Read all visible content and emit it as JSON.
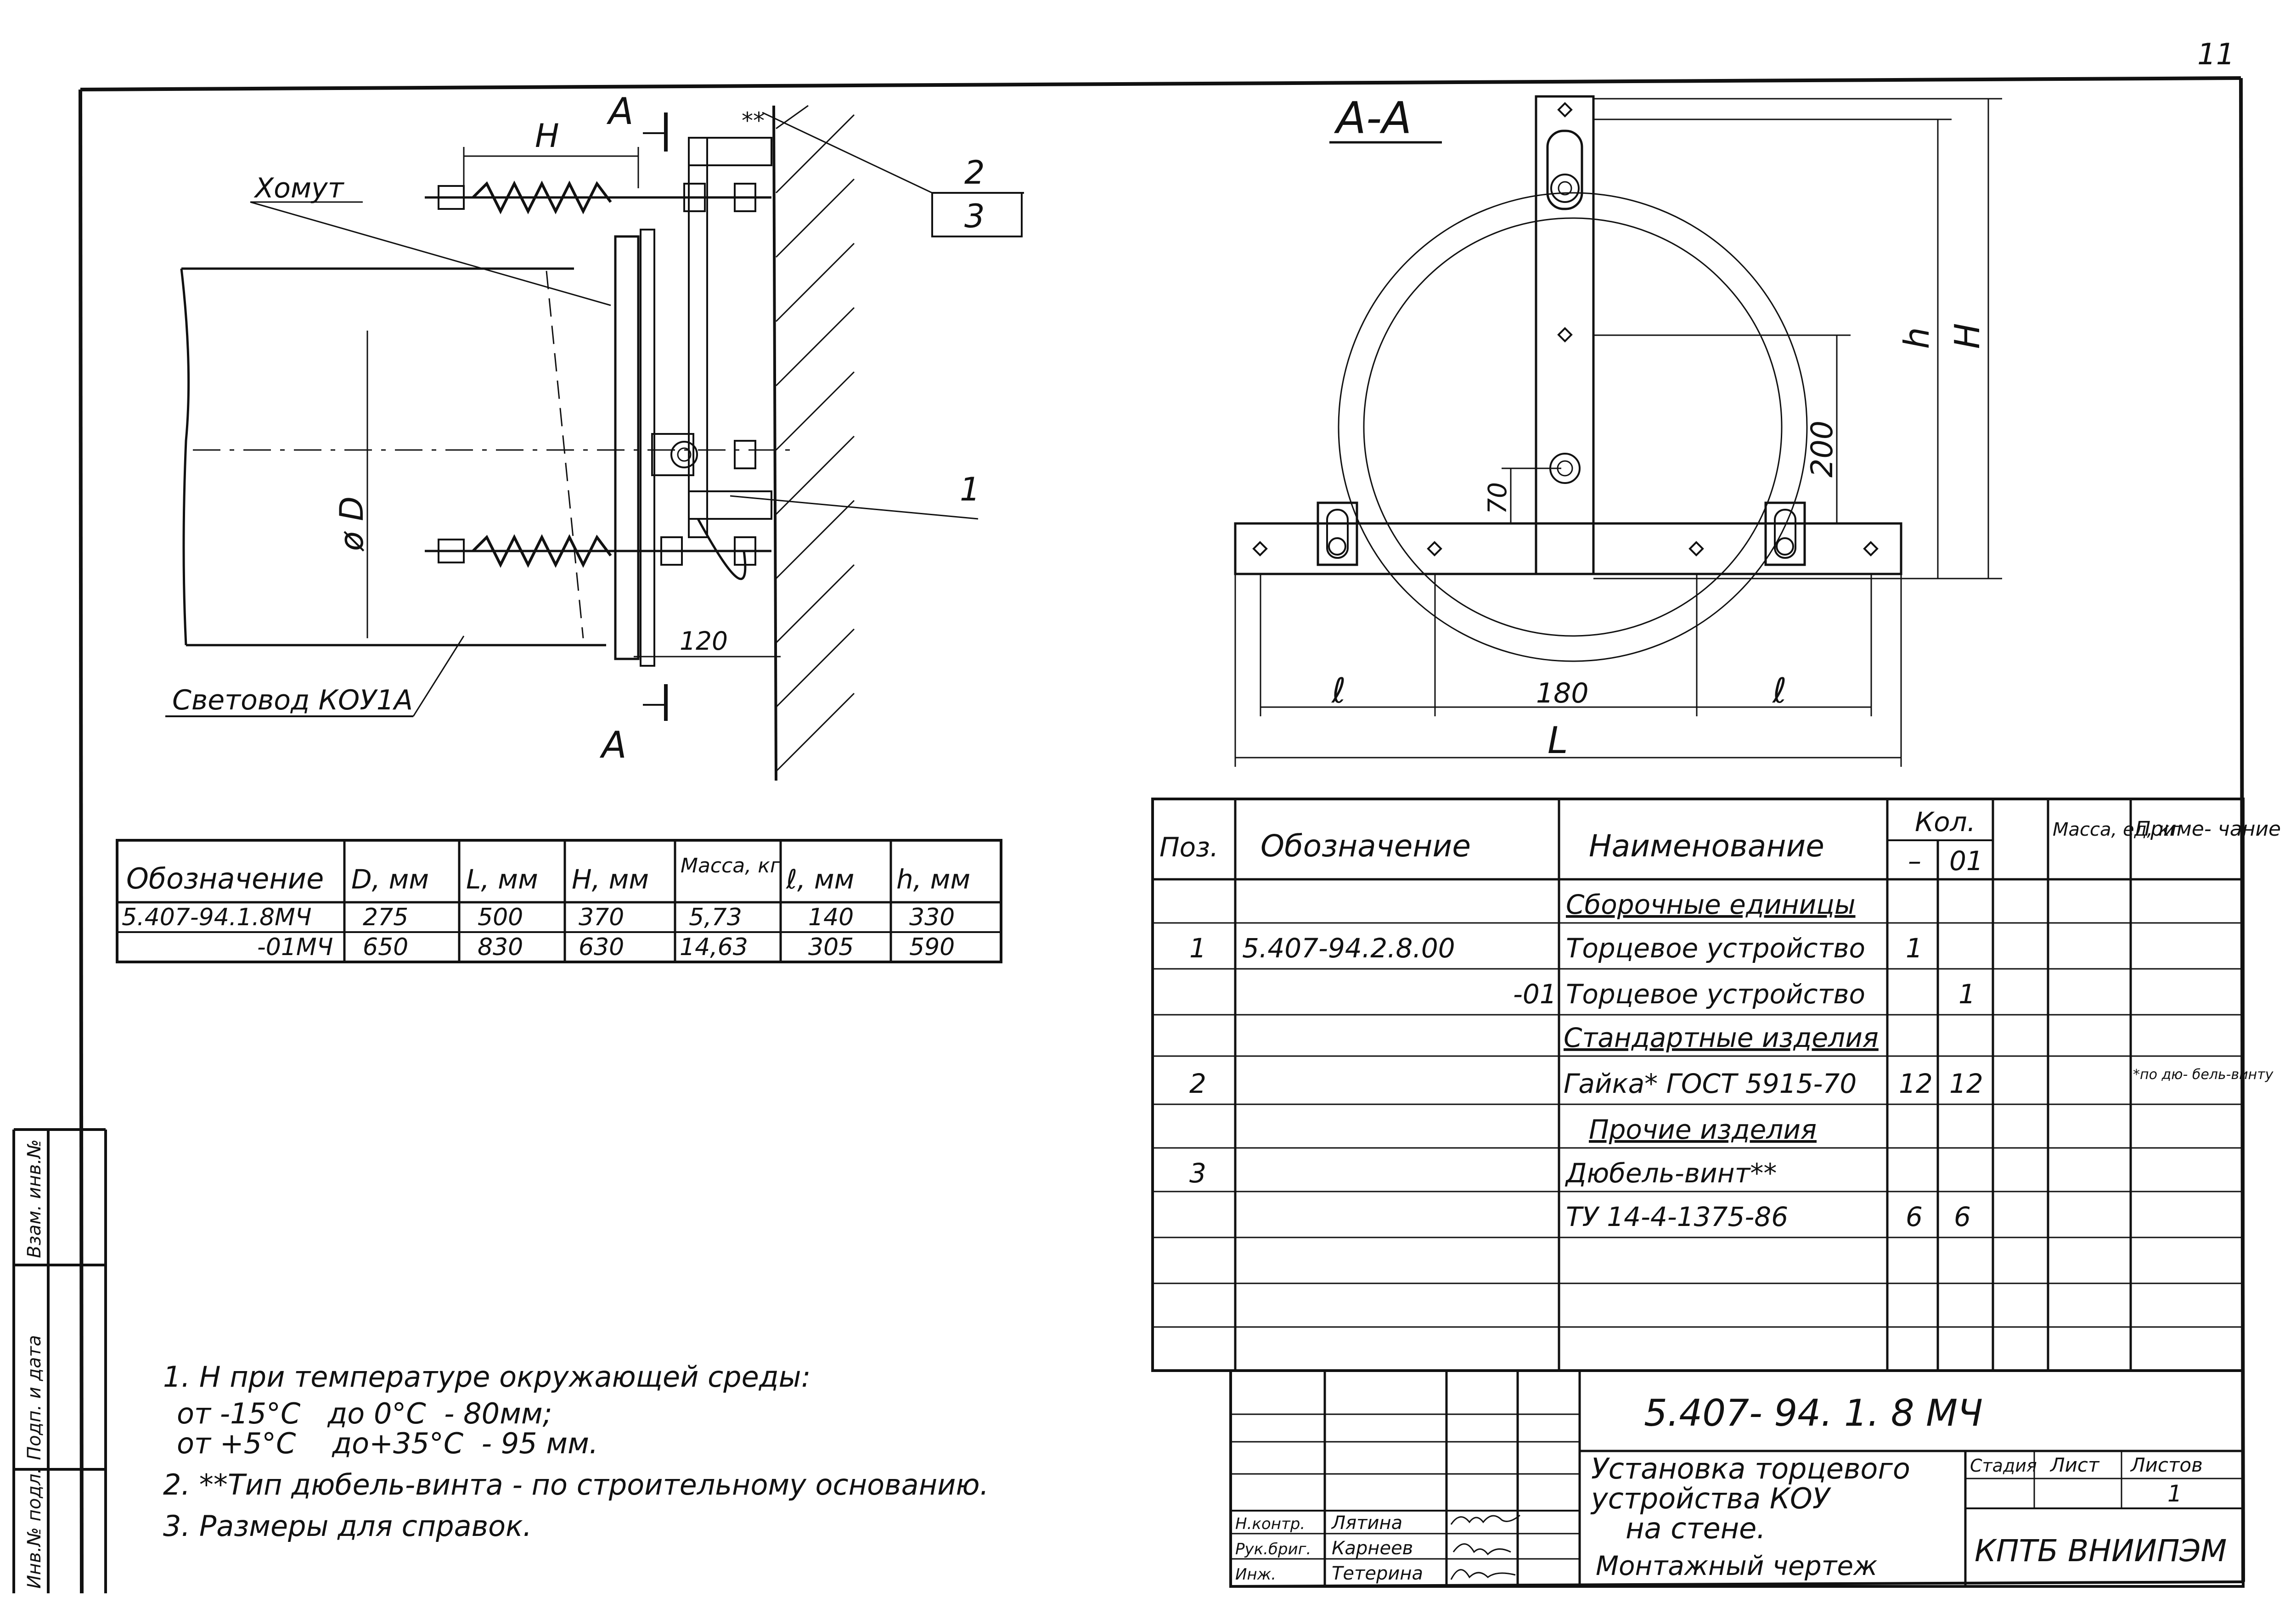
{
  "sheet_number": "11",
  "left_view": {
    "section_label": "A",
    "dim_H": "H",
    "dim_D": "ø D",
    "dim_120": "120",
    "callout_2": "2",
    "callout_3": "3",
    "callout_1": "1",
    "marker": "**",
    "label_khomut": "Хомут",
    "label_svetovod": "Световод КОУ1А"
  },
  "section_view": {
    "title": "А-А",
    "dim_h": "h",
    "dim_H": "H",
    "dim_200": "200",
    "dim_70": "70",
    "dim_l_left": "ℓ",
    "dim_180": "180",
    "dim_l_right": "ℓ",
    "dim_L": "L"
  },
  "size_table": {
    "headers": [
      "Обозначение",
      "D, мм",
      "L, мм",
      "H, мм",
      "Масса, кг",
      "ℓ, мм",
      "h, мм"
    ],
    "rows": [
      [
        "5.407-94.1.8МЧ",
        "275",
        "500",
        "370",
        "5,73",
        "140",
        "330"
      ],
      [
        "-01МЧ",
        "650",
        "830",
        "630",
        "14,63",
        "305",
        "590"
      ]
    ]
  },
  "spec_table": {
    "headers": {
      "pos": "Поз.",
      "designation": "Обозначение",
      "name": "Наименование",
      "qty": "Кол.",
      "qty_base": "–",
      "qty_01": "01",
      "mass": "Масса, ед, кг",
      "note": "Приме- чание"
    },
    "rows": [
      {
        "pos": "",
        "designation": "",
        "name": "Сборочные единицы",
        "q0": "",
        "q1": "",
        "note": ""
      },
      {
        "pos": "1",
        "designation": "5.407-94.2.8.00",
        "name": "Торцевое устройство",
        "q0": "1",
        "q1": "",
        "note": ""
      },
      {
        "pos": "",
        "designation": "-01",
        "name": "Торцевое устройство",
        "q0": "",
        "q1": "1",
        "note": ""
      },
      {
        "pos": "",
        "designation": "",
        "name": "Стандартные изделия",
        "q0": "",
        "q1": "",
        "note": ""
      },
      {
        "pos": "2",
        "designation": "",
        "name": "Гайка* ГОСТ 5915-70",
        "q0": "12",
        "q1": "12",
        "note": "*по дю- бель-винту"
      },
      {
        "pos": "",
        "designation": "",
        "name": "Прочие изделия",
        "q0": "",
        "q1": "",
        "note": ""
      },
      {
        "pos": "3",
        "designation": "",
        "name": "Дюбель-винт**",
        "q0": "",
        "q1": "",
        "note": ""
      },
      {
        "pos": "",
        "designation": "",
        "name": "ТУ 14-4-1375-86",
        "q0": "6",
        "q1": "6",
        "note": ""
      },
      {
        "pos": "",
        "designation": "",
        "name": "",
        "q0": "",
        "q1": "",
        "note": ""
      },
      {
        "pos": "",
        "designation": "",
        "name": "",
        "q0": "",
        "q1": "",
        "note": ""
      }
    ]
  },
  "notes": [
    "1. H при температуре окружающей среды:",
    "от -15°С   до 0°С  - 80мм;",
    "от +5°С    до+35°С  - 95 мм.",
    "2. **Тип дюбель-винта - по строительному основанию.",
    "3. Размеры для справок."
  ],
  "title_block": {
    "doc_number": "5.407- 94. 1. 8 МЧ",
    "title_line1": "Установка торцевого",
    "title_line2": "устройства КОУ",
    "title_line3": "на стене.",
    "title_line4": "Монтажный чертеж",
    "stage_label": "Стадия",
    "sheet_label": "Лист",
    "sheets_label": "Листов",
    "sheets_value": "1",
    "org": "КПТБ ВНИИПЭМ",
    "roles": [
      {
        "role": "Н.контр.",
        "name": "Лятина",
        "signature": "signature-1"
      },
      {
        "role": "Рук.бриг.",
        "name": "Карнеев",
        "signature": "signature-2"
      },
      {
        "role": "Инж.",
        "name": "Тетерина",
        "signature": "signature-3"
      }
    ]
  },
  "side_stamp": [
    "Инв.№ подл.",
    "Подп. и дата",
    "Взам. инв.№"
  ]
}
